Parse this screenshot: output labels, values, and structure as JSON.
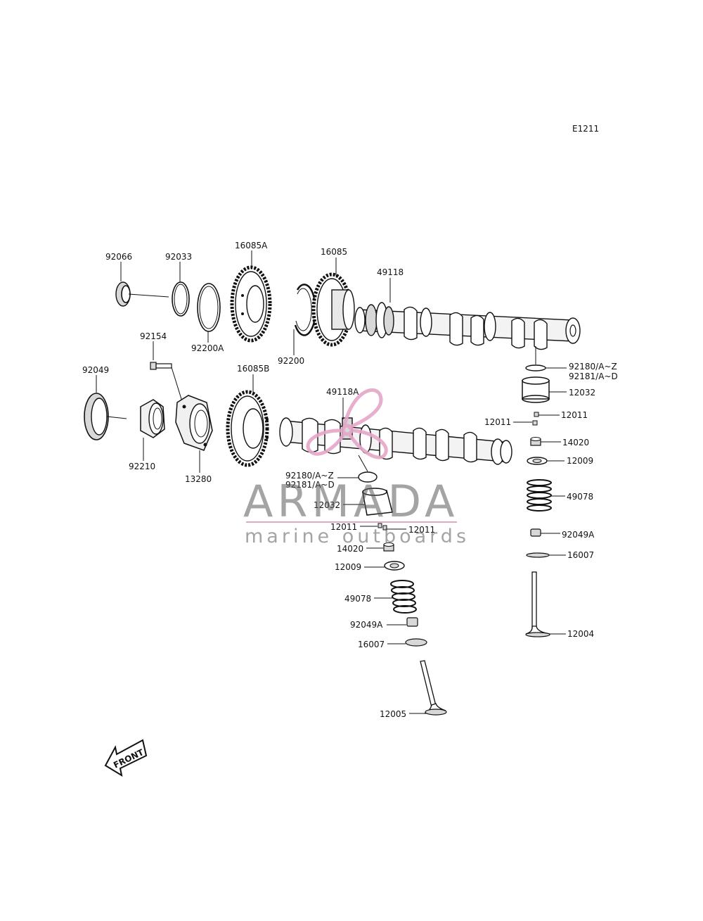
{
  "diagram": {
    "code": "E1211",
    "front_label": "FRONT",
    "watermark": {
      "brand": "ARMADA",
      "tagline": "marine outboards",
      "color": "#e6a6c8"
    },
    "labels": {
      "p92066": "92066",
      "p92033": "92033",
      "p16085A": "16085A",
      "p16085": "16085",
      "p49118": "49118",
      "p92154": "92154",
      "p92200A": "92200A",
      "p92200": "92200",
      "p92049": "92049",
      "p16085B": "16085B",
      "p49118A": "49118A",
      "p92210": "92210",
      "p13280": "13280",
      "r92180": "92180/A~Z",
      "r92181": "92181/A~D",
      "r12032": "12032",
      "r12011a": "12011",
      "r12011b": "12011",
      "r14020": "14020",
      "r12009": "12009",
      "r49078": "49078",
      "r92049A": "92049A",
      "r16007": "16007",
      "r12004": "12004",
      "l92180": "92180/A~Z",
      "l92181": "92181/A~D",
      "l12032": "12032",
      "l12011a": "12011",
      "l12011b": "12011",
      "l14020": "14020",
      "l12009": "12009",
      "l49078": "49078",
      "l92049A": "92049A",
      "l16007": "16007",
      "l12005": "12005"
    }
  }
}
